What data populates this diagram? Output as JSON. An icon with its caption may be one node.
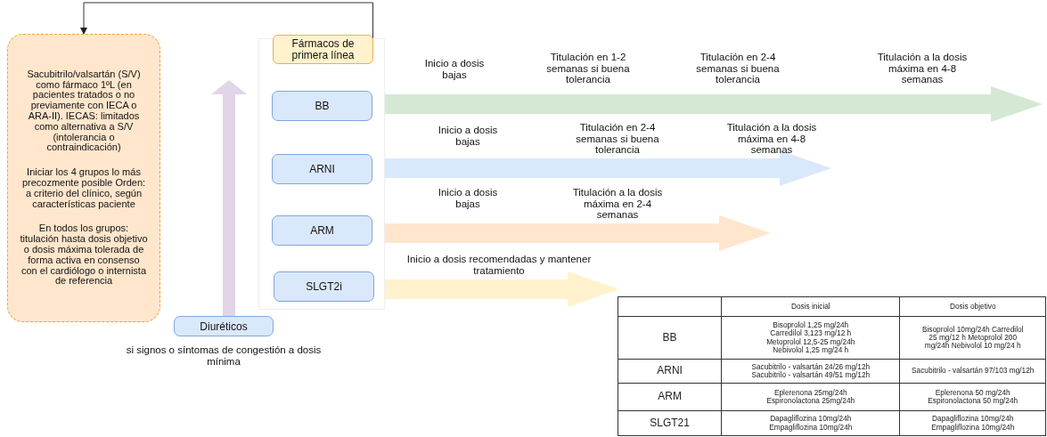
{
  "diagram": {
    "nodes": [
      {
        "text": [
          "Sacubitrilo/valsartán (S/V) como fármaco 1ºL (en pacientes tratados o no previamente con IECA o ARA-II). IECAS: limitados como alternativa a S/V (intolerancia o contraindicación)",
          "Iniciar los 4 grupos lo más precozmente posible Orden: a criterio del clínico, según características paciente",
          "En todos los grupos: titulación hasta dosis objetivo o dosis máxima tolerada de forma activa en consenso con el cardiólogo o internista de referencia"
        ]
      },
      {
        "text": [],
        "shape": "box"
      },
      {
        "text": [
          "Fármacos de primera línea"
        ],
        "in": 1
      },
      {
        "text": [
          "BB"
        ],
        "in": 1
      },
      {
        "text": [
          "ARNI"
        ],
        "in": 1
      },
      {
        "text": [
          "ARM"
        ],
        "in": 1
      },
      {
        "text": [
          "SLGT2i"
        ],
        "in": 1
      },
      {
        "text": [
          "Diuréticos"
        ],
        "beside": [
          "si signos o síntomas de congestión a dosis mínima"
        ]
      }
    ],
    "edges": [
      {
        "from": 2,
        "to": 0,
        "arrow": "to"
      },
      {
        "from": 7,
        "to": null,
        "arrow": "to",
        "style": "thick",
        "color": "#e1d5e7"
      },
      {
        "from": 3,
        "to": null,
        "arrow": "to",
        "style": "thick",
        "color": "#d5e8d4"
      },
      {
        "from": 4,
        "to": null,
        "arrow": "to",
        "style": "thick",
        "color": "#dae8fc"
      },
      {
        "from": 5,
        "to": null,
        "arrow": "to",
        "style": "thick",
        "color": "#ffe6cc"
      },
      {
        "from": 6,
        "to": null,
        "arrow": "to",
        "style": "thick",
        "color": "#fff2cc"
      }
    ],
    "labels": [
      "Inicio a dosis bajas",
      "Titulación en 1-2 semanas si buena tolerancia",
      "Titulación en 2-4 semanas si buena tolerancia",
      "Titulación a la dosis máxima en 4-8 semanas",
      "Inicio a dosis bajas",
      "Titulación en 2-4 semanas si buena tolerancia",
      "Titulación a la dosis máxima en 4-8 semanas",
      "Inicio a dosis bajas",
      "Titulación a la dosis máxima en 2-4 semanas",
      "Inicio a dosis recomendadas y mantener tratamiento",
      "Dosis inicial",
      "Dosis objetivo",
      "BB",
      "Bisoprolol 1,25 mg/24h Carredilol 3,123 mg/12 h Metoprolol 12,5-25 mg/24h Nebivolol 1,25 mg/24 h",
      "Bisoprolol 10mg/24h Carredilol 25 mg/12 h Metoprolol 200 mg/24h Nebivolol 10 mg/24 h",
      "ARNI",
      "Sacubitrilo - valsartán 24/26 mg/12h Sacubitrilo - valsartán 49/51 mg/12h",
      "Sacubitrilo - valsartán 97/103 mg/12h",
      "ARM",
      "Eplerenona 25mg/24h Espironolactona 25mg/24h",
      "Eplerenona 50 mg/24h Espironolactona 50 mg/24h",
      "SLGT21",
      "Dapagliflozina 10mg/24h Empagliflozina 10mg/24h",
      "Dapagliflozina 10mg/24h Empagliflozina 10mg/24h"
    ]
  }
}
